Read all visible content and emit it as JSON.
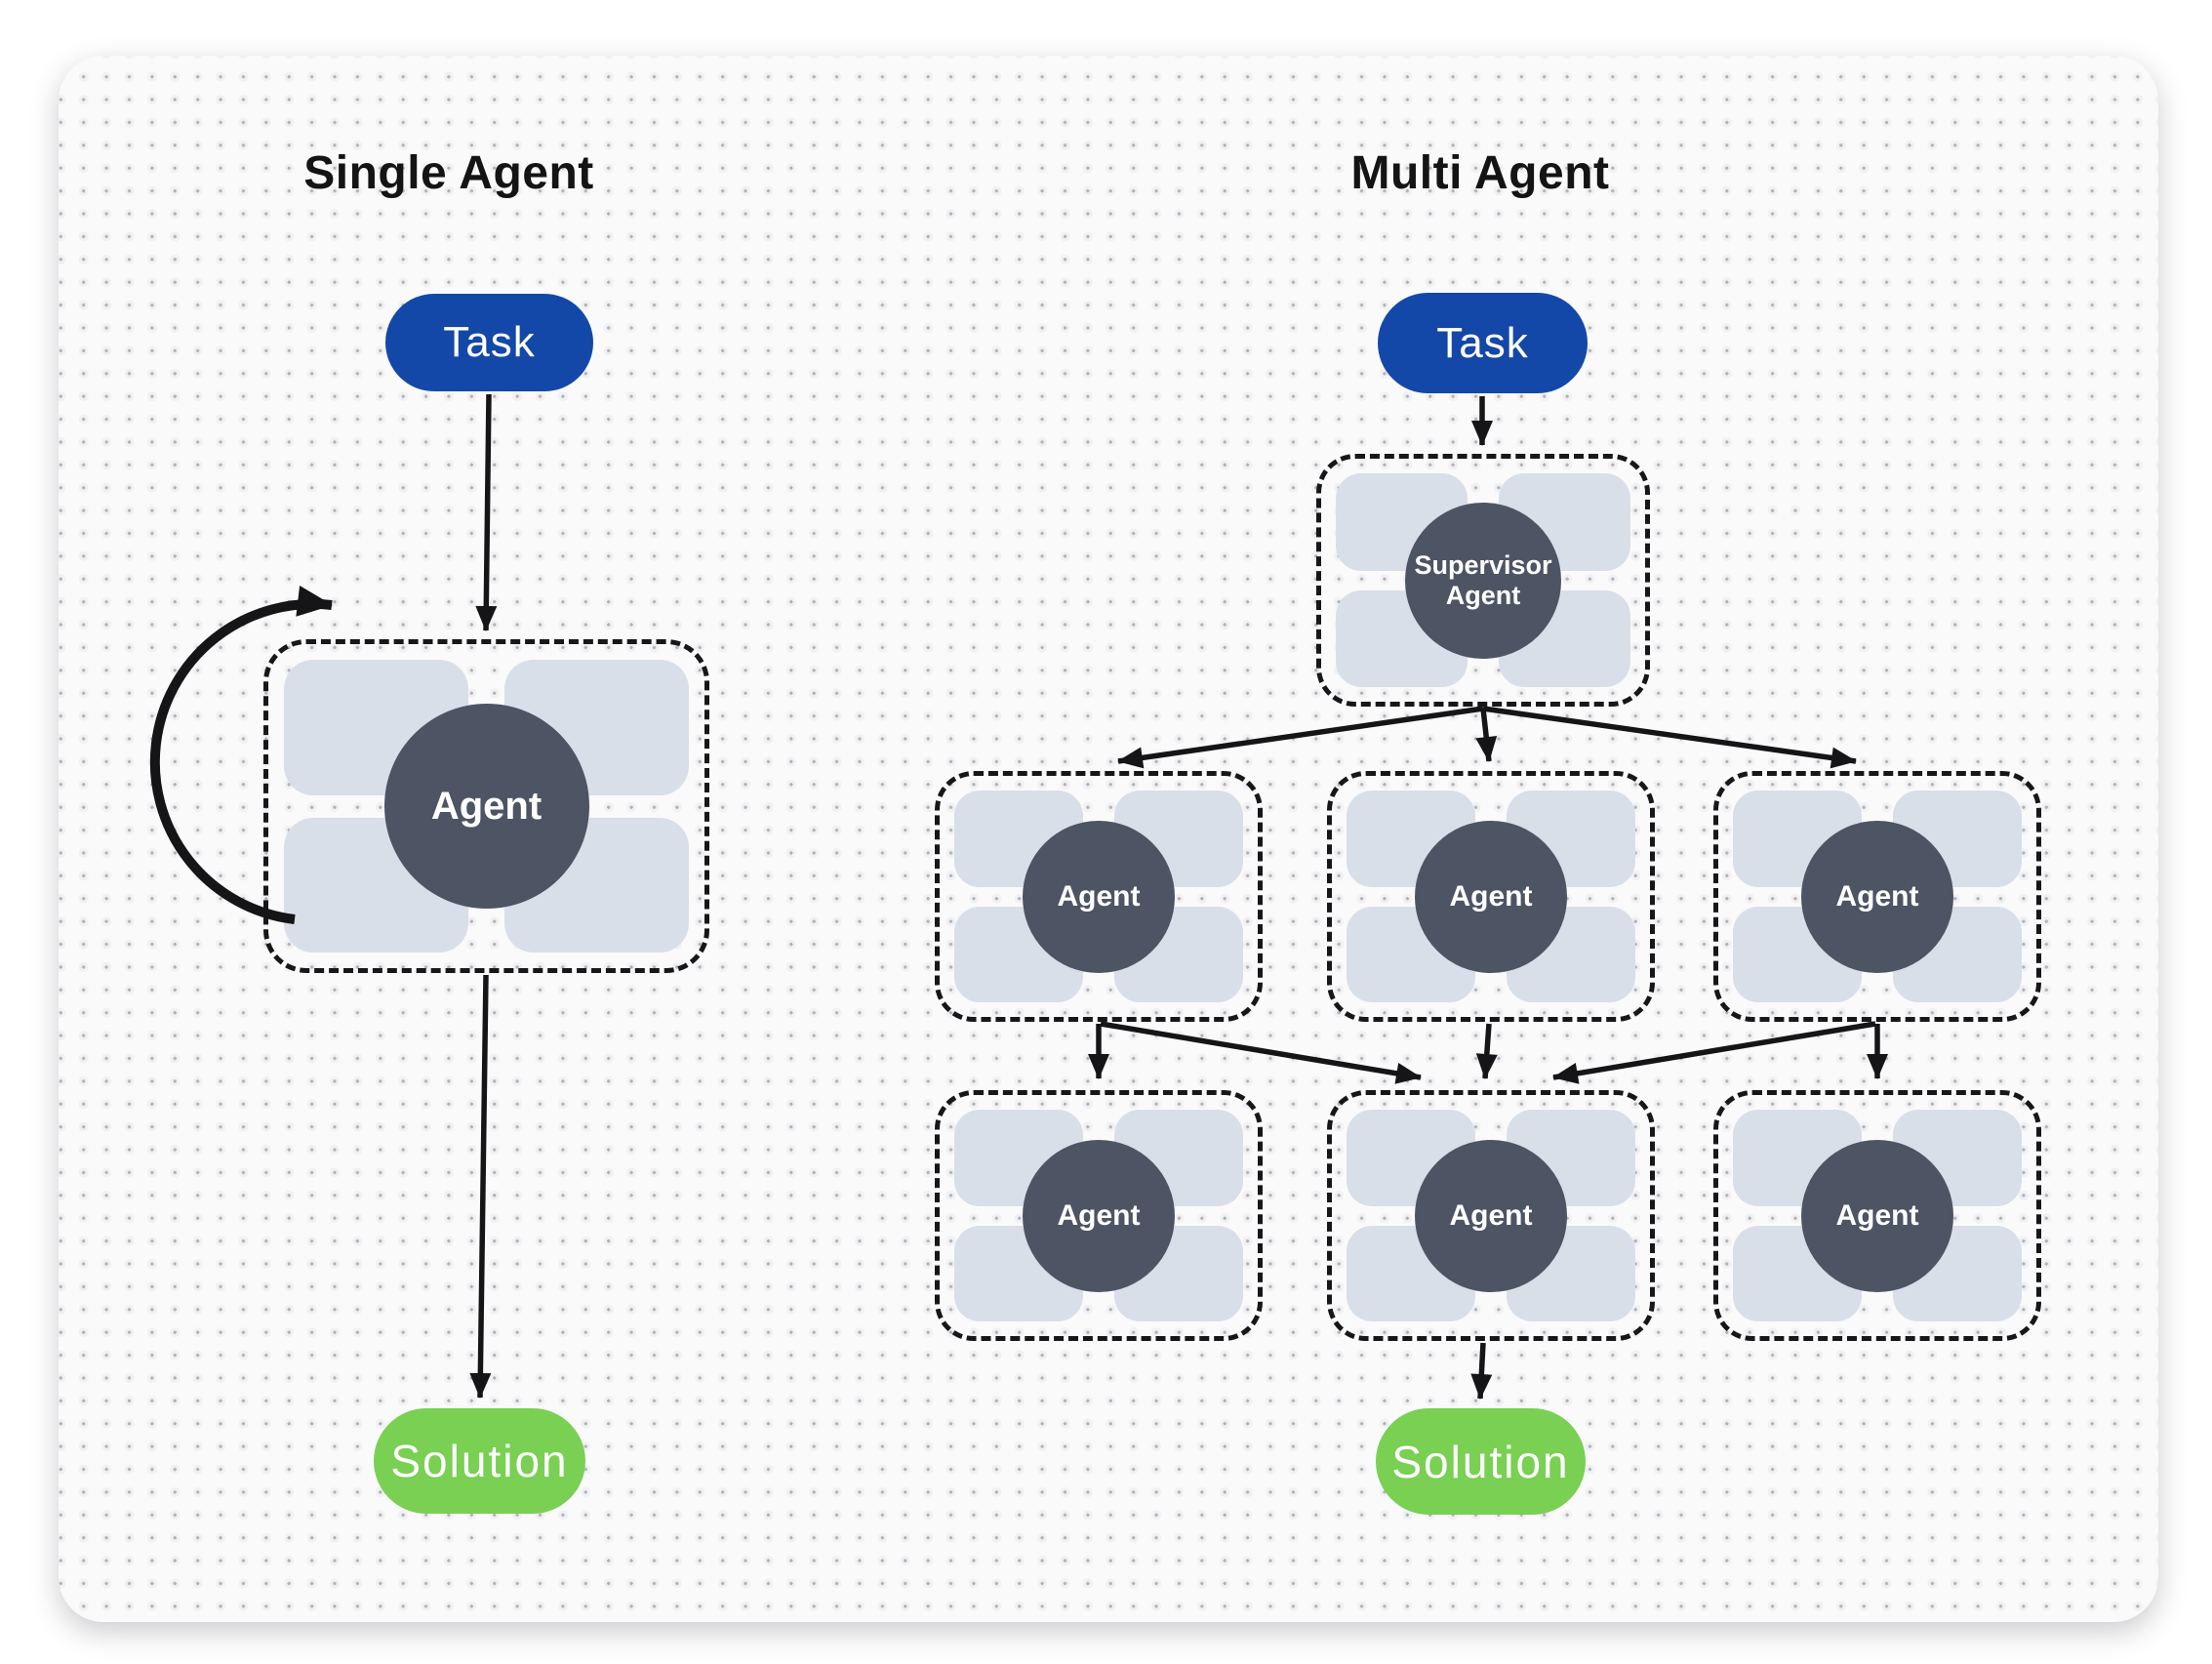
{
  "left_panel": {
    "title": "Single Agent",
    "task_label": "Task",
    "agent_label": "Agent",
    "solution_label": "Solution"
  },
  "right_panel": {
    "title": "Multi Agent",
    "task_label": "Task",
    "supervisor_label_line1": "Supervisor",
    "supervisor_label_line2": "Agent",
    "row1_agents": [
      "Agent",
      "Agent",
      "Agent"
    ],
    "row2_agents": [
      "Agent",
      "Agent",
      "Agent"
    ],
    "solution_label": "Solution"
  },
  "colors": {
    "task_bg": "#1348a8",
    "solution_bg": "#79d053",
    "agent_circle_bg": "#4d5464",
    "tile_bg": "#d9dfe9",
    "line": "#151518",
    "card_bg": "#fafafa"
  }
}
